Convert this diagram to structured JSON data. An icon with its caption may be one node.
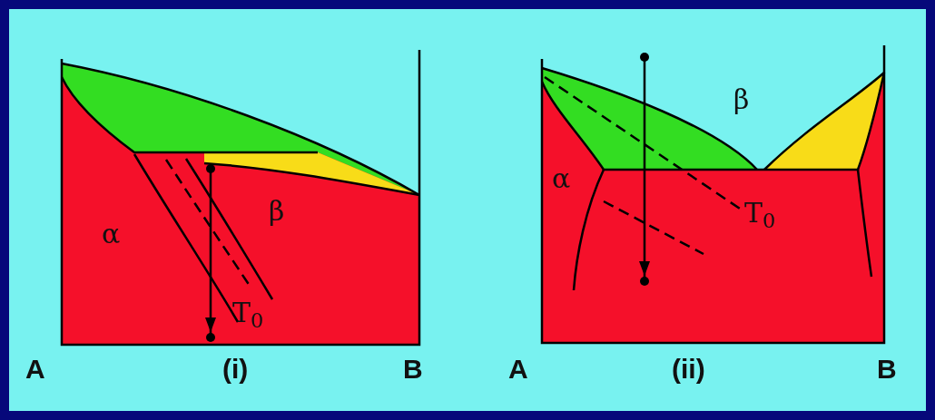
{
  "diagram": {
    "labels": [
      "α",
      "β",
      "T$_{0}$",
      "A",
      "(i)",
      "B",
      "β",
      "α",
      "T$_{0}$",
      "A",
      "(ii)",
      "B"
    ]
  }
}
